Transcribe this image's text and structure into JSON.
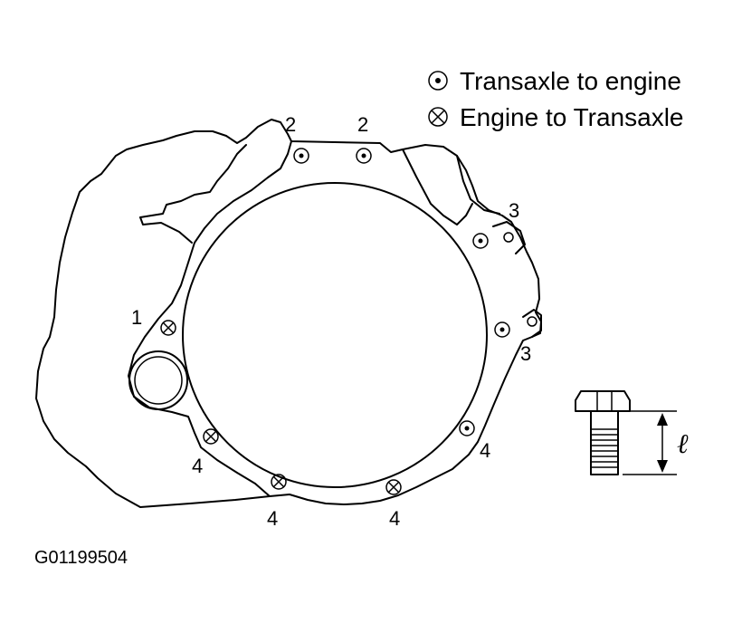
{
  "legend": {
    "transaxle_to_engine": "Transaxle to engine",
    "engine_to_transaxle": "Engine to Transaxle"
  },
  "callouts": {
    "top_left": "2",
    "top_right": "2",
    "right_upper": "3",
    "right_lower": "3",
    "left": "1",
    "bottom_left": "4",
    "bottom_center_left": "4",
    "bottom_center_right": "4",
    "right_bottom": "4"
  },
  "bolt_length_symbol": "ℓ",
  "figure_code": "G01199504",
  "colors": {
    "line": "#000000",
    "background": "#ffffff"
  },
  "icons": {
    "transaxle_to_engine": "circle-dot-icon",
    "engine_to_transaxle": "circle-x-icon"
  }
}
